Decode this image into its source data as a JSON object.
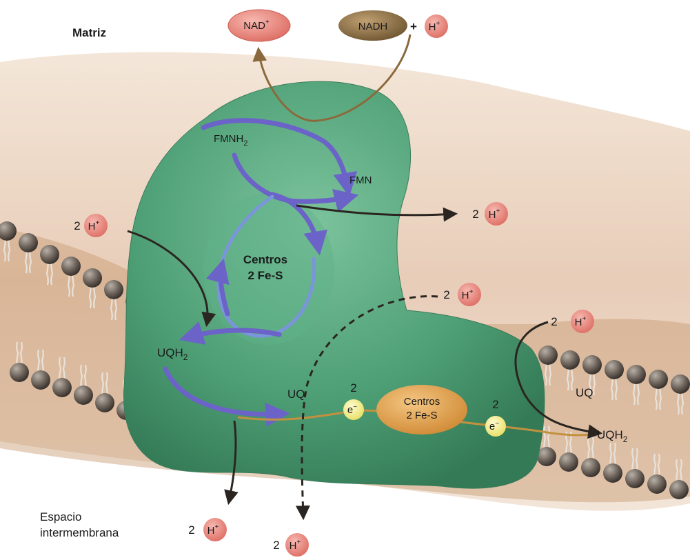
{
  "labels": {
    "matrix": "Matriz",
    "intermembrane_line1": "Espacio",
    "intermembrane_line2": "intermembrana",
    "fmnh2": "FMNH",
    "fmnh2_sub": "2",
    "fmn": "FMN",
    "centers_inner_line1": "Centros",
    "centers_inner_line2": "2 Fe-S",
    "uqh2_left": "UQH",
    "uqh2_left_sub": "2",
    "uq_left": "UQ",
    "centers_oval_line1": "Centros",
    "centers_oval_line2": "2 Fe-S",
    "electron_count": "2",
    "electron": "e",
    "electron_sup": "−",
    "uq_right": "UQ",
    "uqh2_right": "UQH",
    "uqh2_right_sub": "2"
  },
  "top_reaction": {
    "nad": "NAD",
    "nad_sup": "+",
    "nadh": "NADH",
    "plus": "+",
    "h": "H",
    "h_sup": "+"
  },
  "proton_labels": {
    "count": "2",
    "h": "H",
    "h_sup": "+"
  },
  "colors": {
    "complex_green": "#4e9f76",
    "membrane_tan": "#d9b08c",
    "proton_pink": "#e8837a",
    "electron_yellow": "#f3ee8a",
    "fes_orange": "#e2a24e",
    "cycle_purple": "#6b63c8",
    "cycle_blue": "#6f8fd6",
    "nadh_brown": "#8a7048",
    "arrow_dark": "#2a2520",
    "arrow_brown": "#8a6a3c"
  }
}
